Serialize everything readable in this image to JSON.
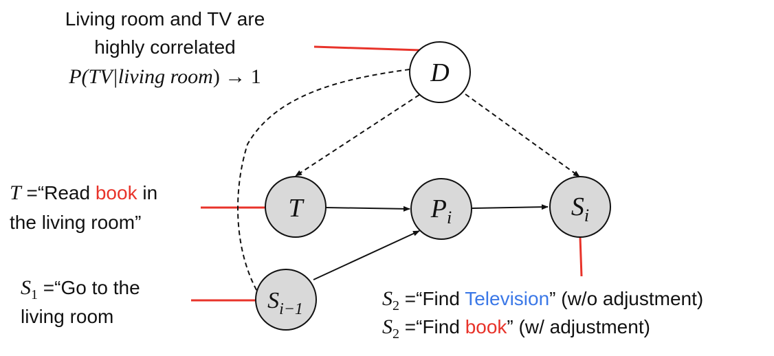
{
  "nodes": {
    "d": "D",
    "t": "T",
    "p": {
      "base": "P",
      "sub": "i"
    },
    "s": {
      "base": "S",
      "sub": "i"
    },
    "sprev": {
      "base": "S",
      "sub": "i−1"
    }
  },
  "annotation": {
    "line1": "Living room and TV are",
    "line2": "highly correlated",
    "formula": "P(TV|living room) → 1",
    "formula_p": "P(TV|",
    "formula_arg": "living room",
    "formula_tail": ") → 1"
  },
  "t_label": {
    "var": "T",
    "eq": " =“Read ",
    "highlight": "book",
    "tail": " in",
    "line2": "the living room”"
  },
  "s1_label": {
    "var": "S",
    "var_sub": "1",
    "eq": " =“Go to the",
    "line2": "living room"
  },
  "s2_labels": {
    "var": "S",
    "var_sub": "2",
    "line1_eq": " =“Find ",
    "line1_highlight": "Television",
    "line1_tail": "” (w/o adjustment)",
    "line2_eq": " =“Find ",
    "line2_highlight": "book",
    "line2_tail": "” (w/ adjustment)"
  },
  "colors": {
    "node_fill_shaded": "#d9d9d9",
    "node_fill_root": "#ffffff",
    "connector_red": "#e8332a",
    "highlight_red": "#e8332a",
    "highlight_blue": "#3b78e7",
    "edge": "#111111"
  }
}
